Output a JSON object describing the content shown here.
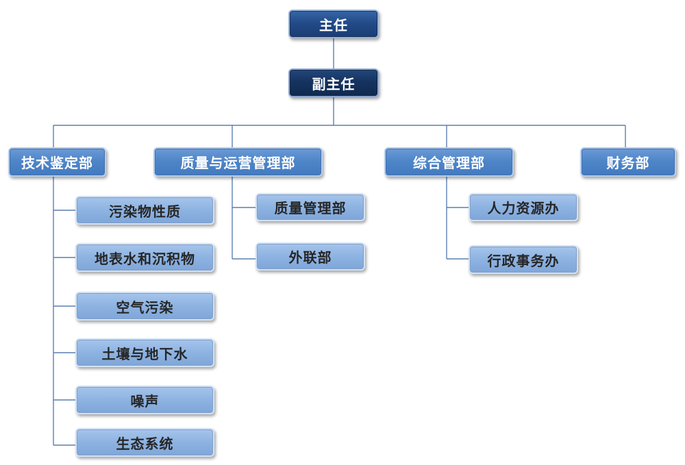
{
  "director": {
    "label": "主任"
  },
  "deputy": {
    "label": "副主任"
  },
  "departments": [
    {
      "label": "技术鉴定部",
      "children": [
        "污染物性质",
        "地表水和沉积物",
        "空气污染",
        "土壤与地下水",
        "噪声",
        "生态系统"
      ]
    },
    {
      "label": "质量与运营管理部",
      "children": [
        "质量管理部",
        "外联部"
      ]
    },
    {
      "label": "综合管理部",
      "children": [
        "人力资源办",
        "行政事务办"
      ]
    },
    {
      "label": "财务部",
      "children": []
    }
  ],
  "colors": {
    "top-bg": "#234b88",
    "deputy-bg": "#15335f",
    "dept-bg": "#4f86c8",
    "unit-bg": "#8db3e2",
    "line": "#5a7fb2",
    "unit-text": "#262626"
  }
}
